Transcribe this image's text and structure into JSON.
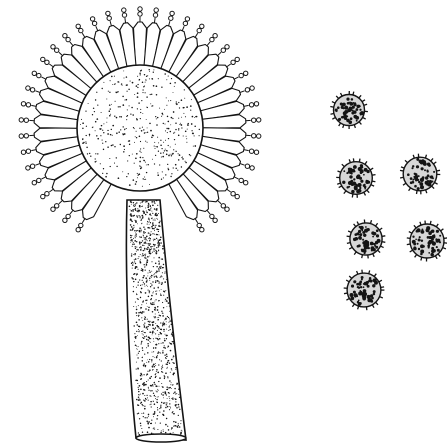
{
  "illustration": {
    "ink_color": "#141414",
    "paper_color": "#ffffff",
    "parts": {
      "conidiophore": "conidiophore",
      "vesicle": "vesicle",
      "phialides": "phialides",
      "conidia": "conidia"
    }
  }
}
